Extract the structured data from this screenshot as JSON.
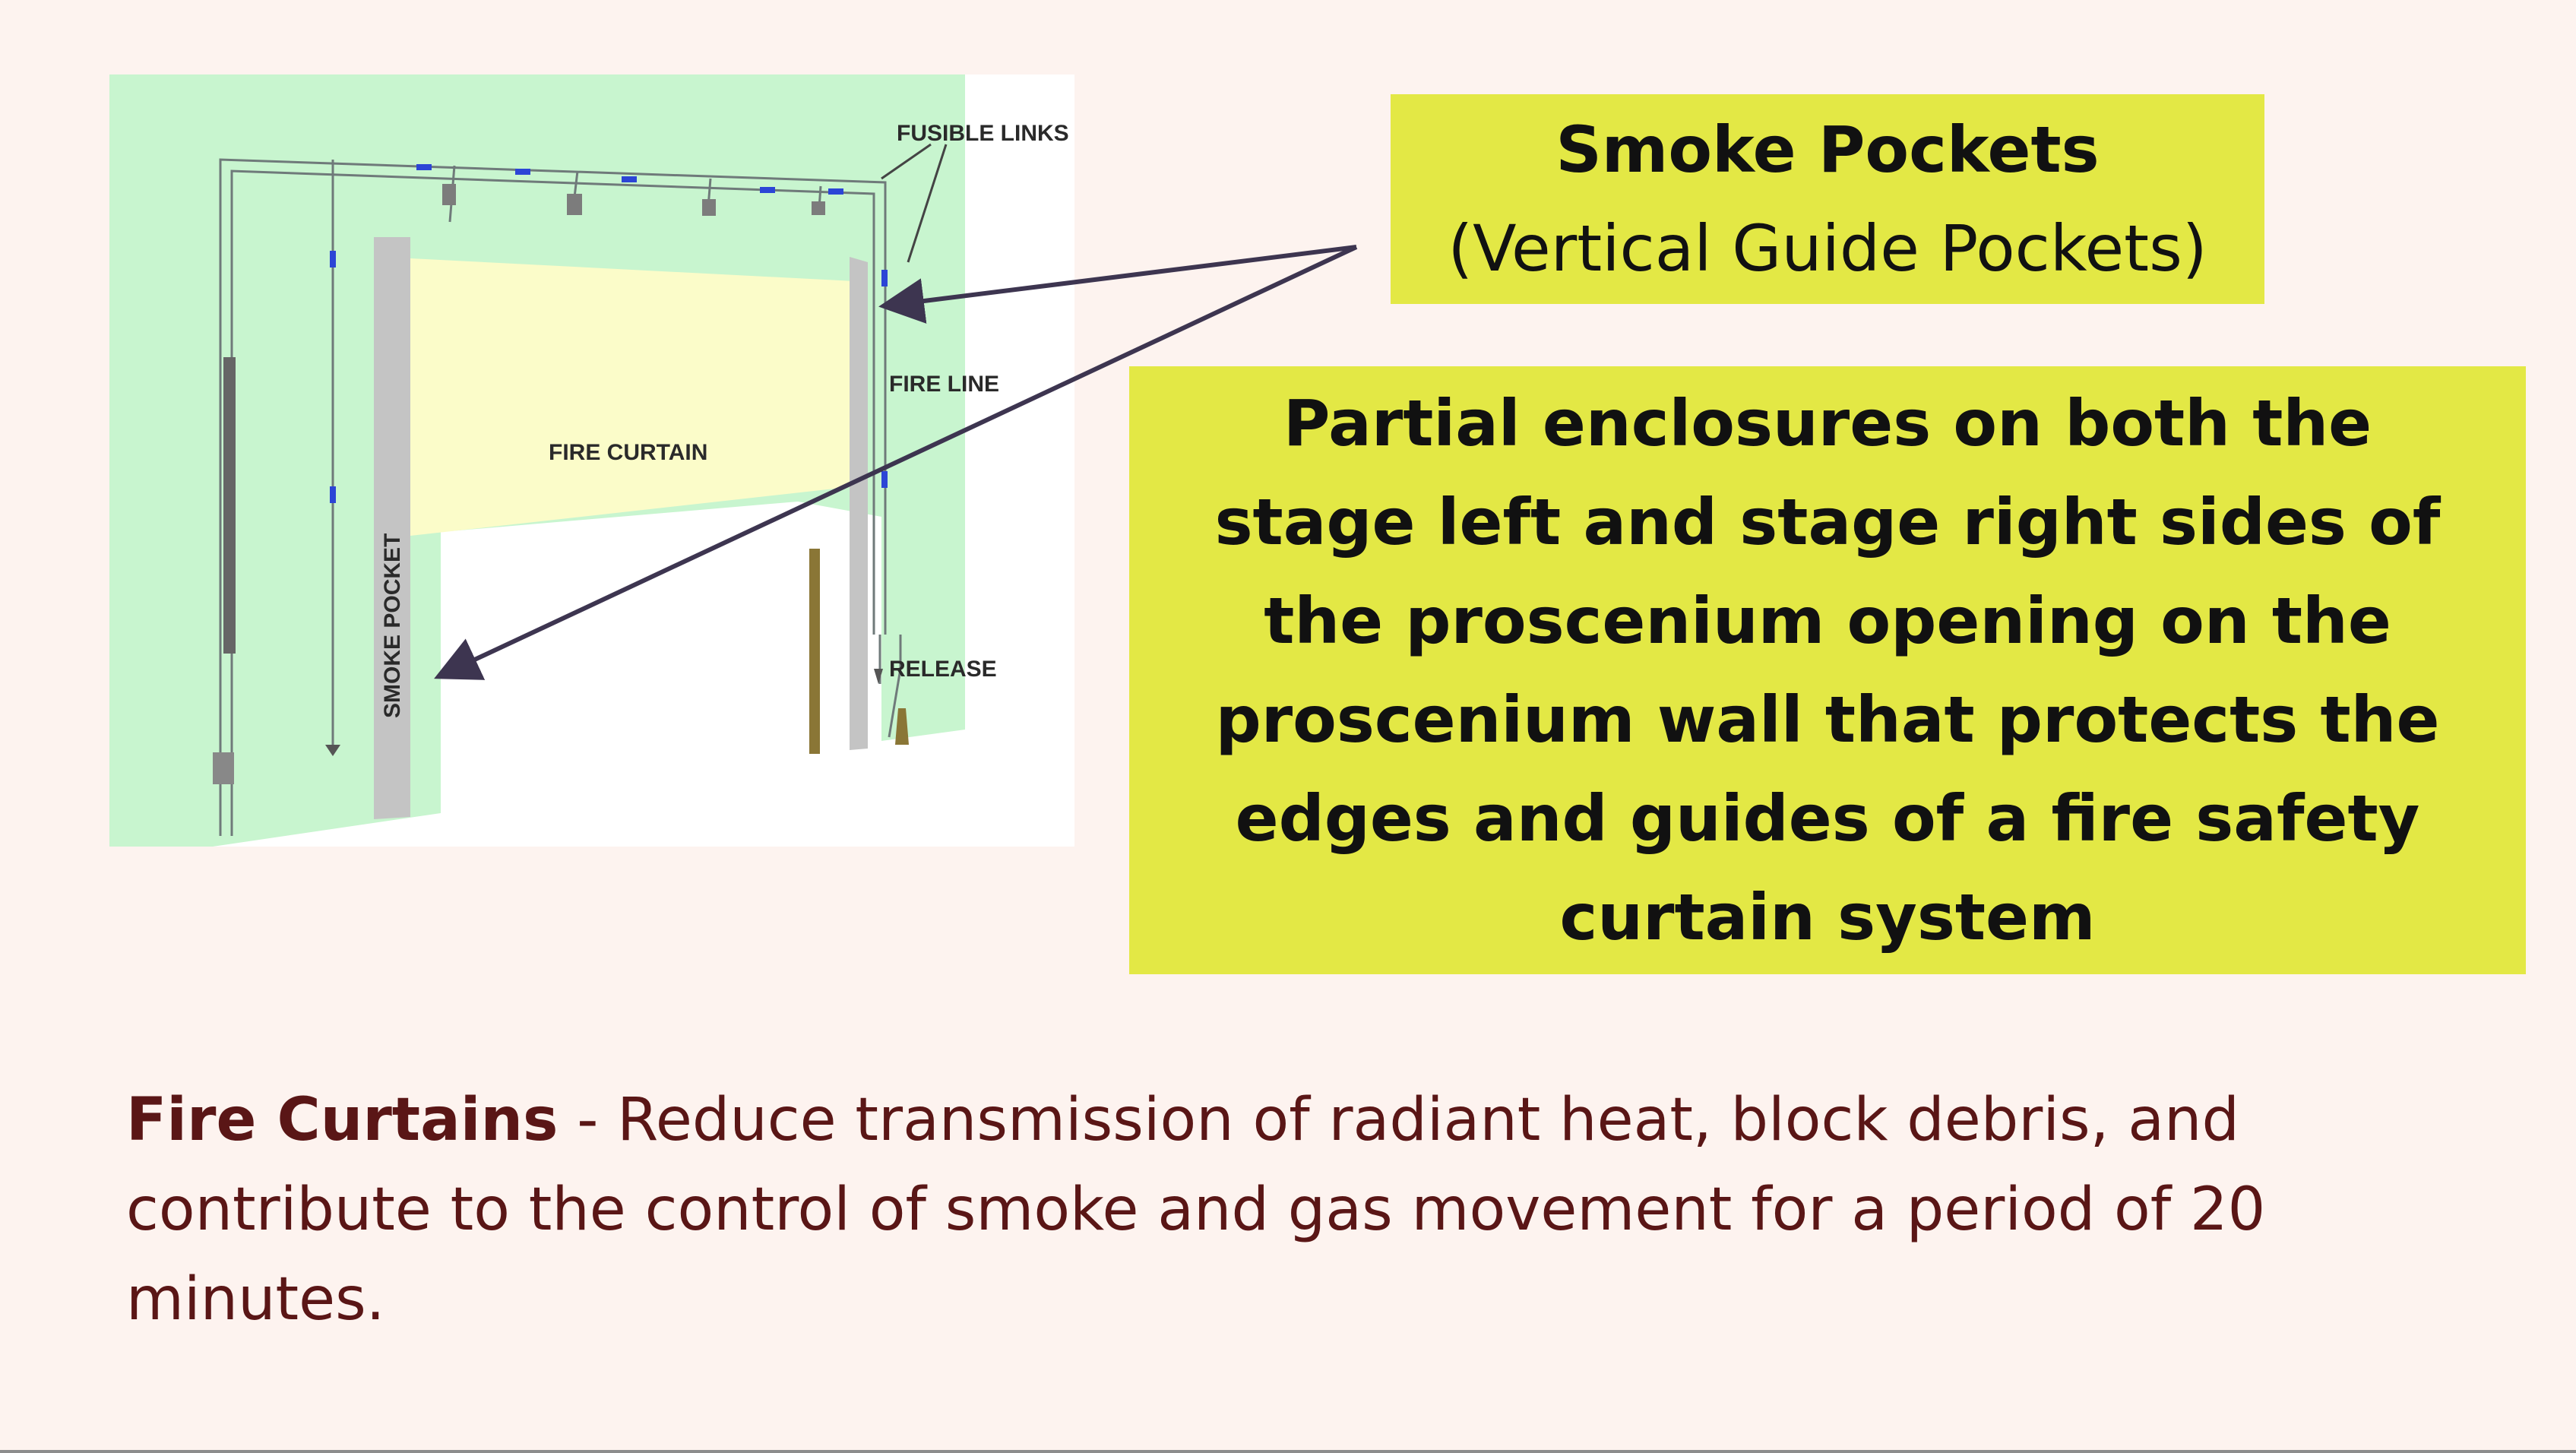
{
  "diagram": {
    "labels": {
      "fusible_links": "FUSIBLE LINKS",
      "fire_line": "FIRE LINE",
      "fire_curtain": "FIRE CURTAIN",
      "smoke_pocket": "SMOKE POCKET",
      "release": "RELEASE"
    }
  },
  "callout": {
    "title": "Smoke Pockets",
    "subtitle": "(Vertical Guide Pockets)",
    "description": "Partial enclosures on both the stage left and stage right sides of the proscenium opening on the proscenium wall that protects the edges and guides of a fire safety curtain system"
  },
  "footer": {
    "term": "Fire Curtains",
    "definition": " - Reduce transmission of radiant heat, block debris, and contribute to the control of smoke and gas movement for a period of 20 minutes."
  },
  "colors": {
    "background": "#fdf3ef",
    "callout": "#e3e845",
    "footer_text": "#5a1616",
    "diagram_bg": "#c8f5cf",
    "curtain": "#fbfcc9",
    "arrow": "#3d3550"
  }
}
